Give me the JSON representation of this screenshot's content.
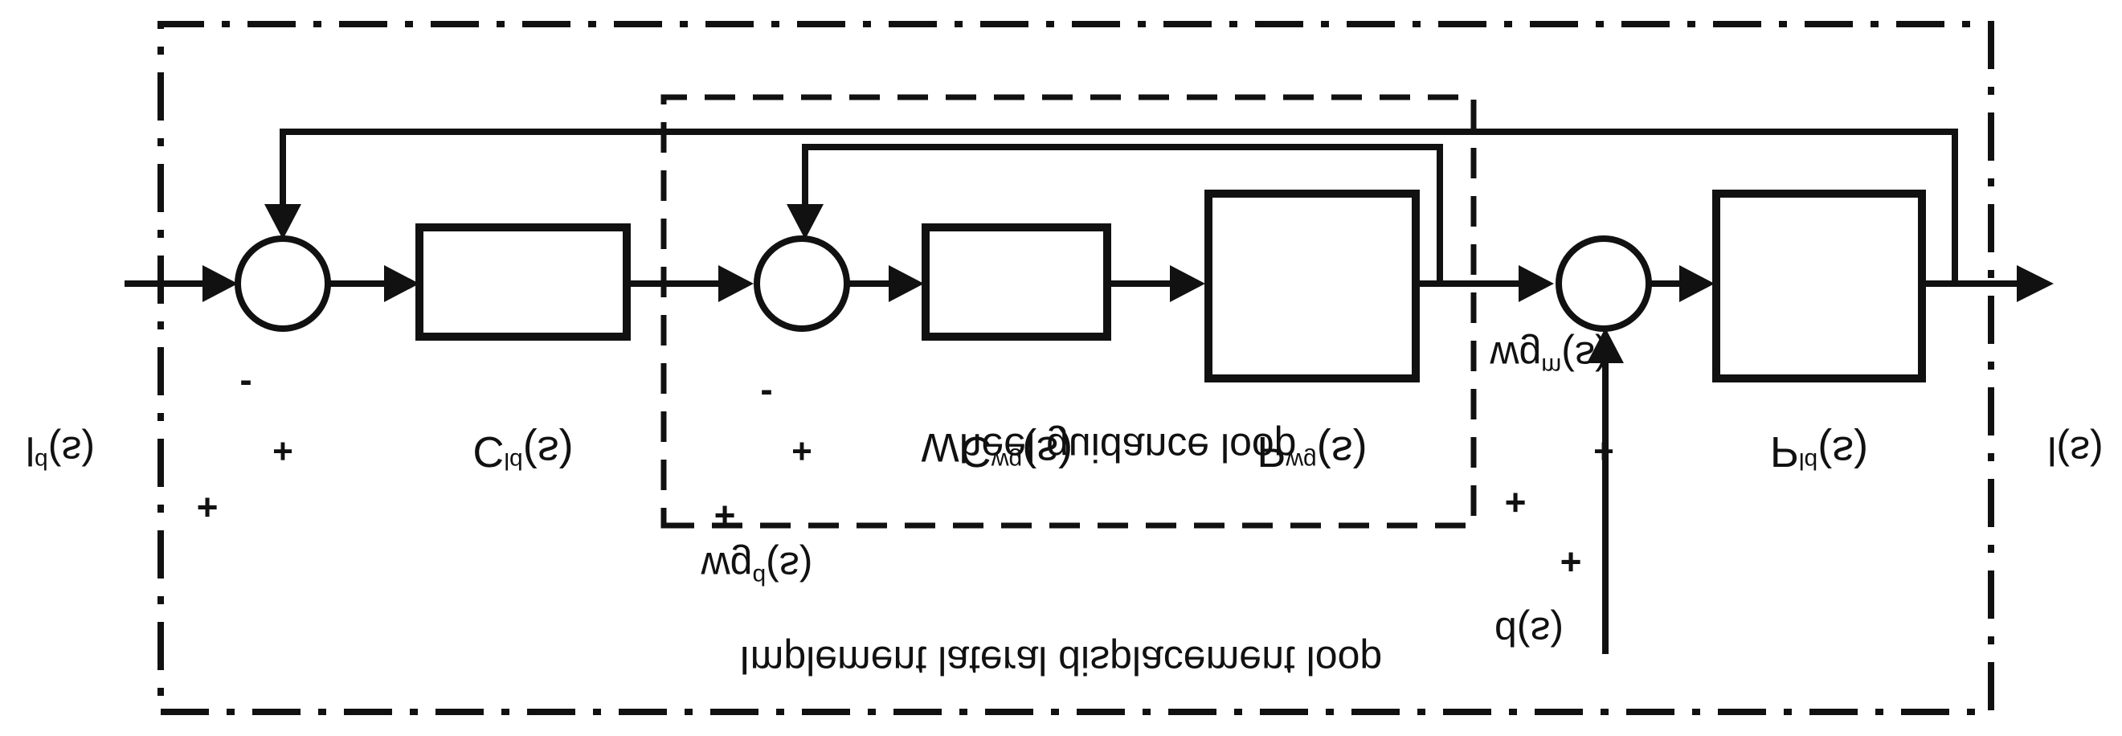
{
  "diagram": {
    "outer_loop_title": "Implement lateral displacement loop",
    "inner_loop_title": "Wheel guidance loop",
    "blocks": {
      "c_ld": {
        "base": "C",
        "sup": "ld",
        "arg": "(s)"
      },
      "c_wg": {
        "base": "C",
        "sup": "wg",
        "arg": "(s)"
      },
      "p_wg": {
        "base": "P",
        "sup": "wg",
        "arg": "(s)"
      },
      "p_ld": {
        "base": "P",
        "sup": "ld",
        "arg": "(s)"
      }
    },
    "signals": {
      "reference": {
        "base": "l",
        "sup": "d",
        "arg": "(s)"
      },
      "wheel_desired": {
        "base": "wg",
        "sup": "d",
        "arg": "(s)"
      },
      "wheel_measured": {
        "base": "wg",
        "sup": "m",
        "arg": "(s)"
      },
      "disturbance": {
        "base": "d",
        "arg": "(s)"
      },
      "output": {
        "base": "l",
        "arg": "(s)"
      }
    },
    "summing_symbol": "+",
    "signs": {
      "plus": "+",
      "minus": "-"
    }
  }
}
